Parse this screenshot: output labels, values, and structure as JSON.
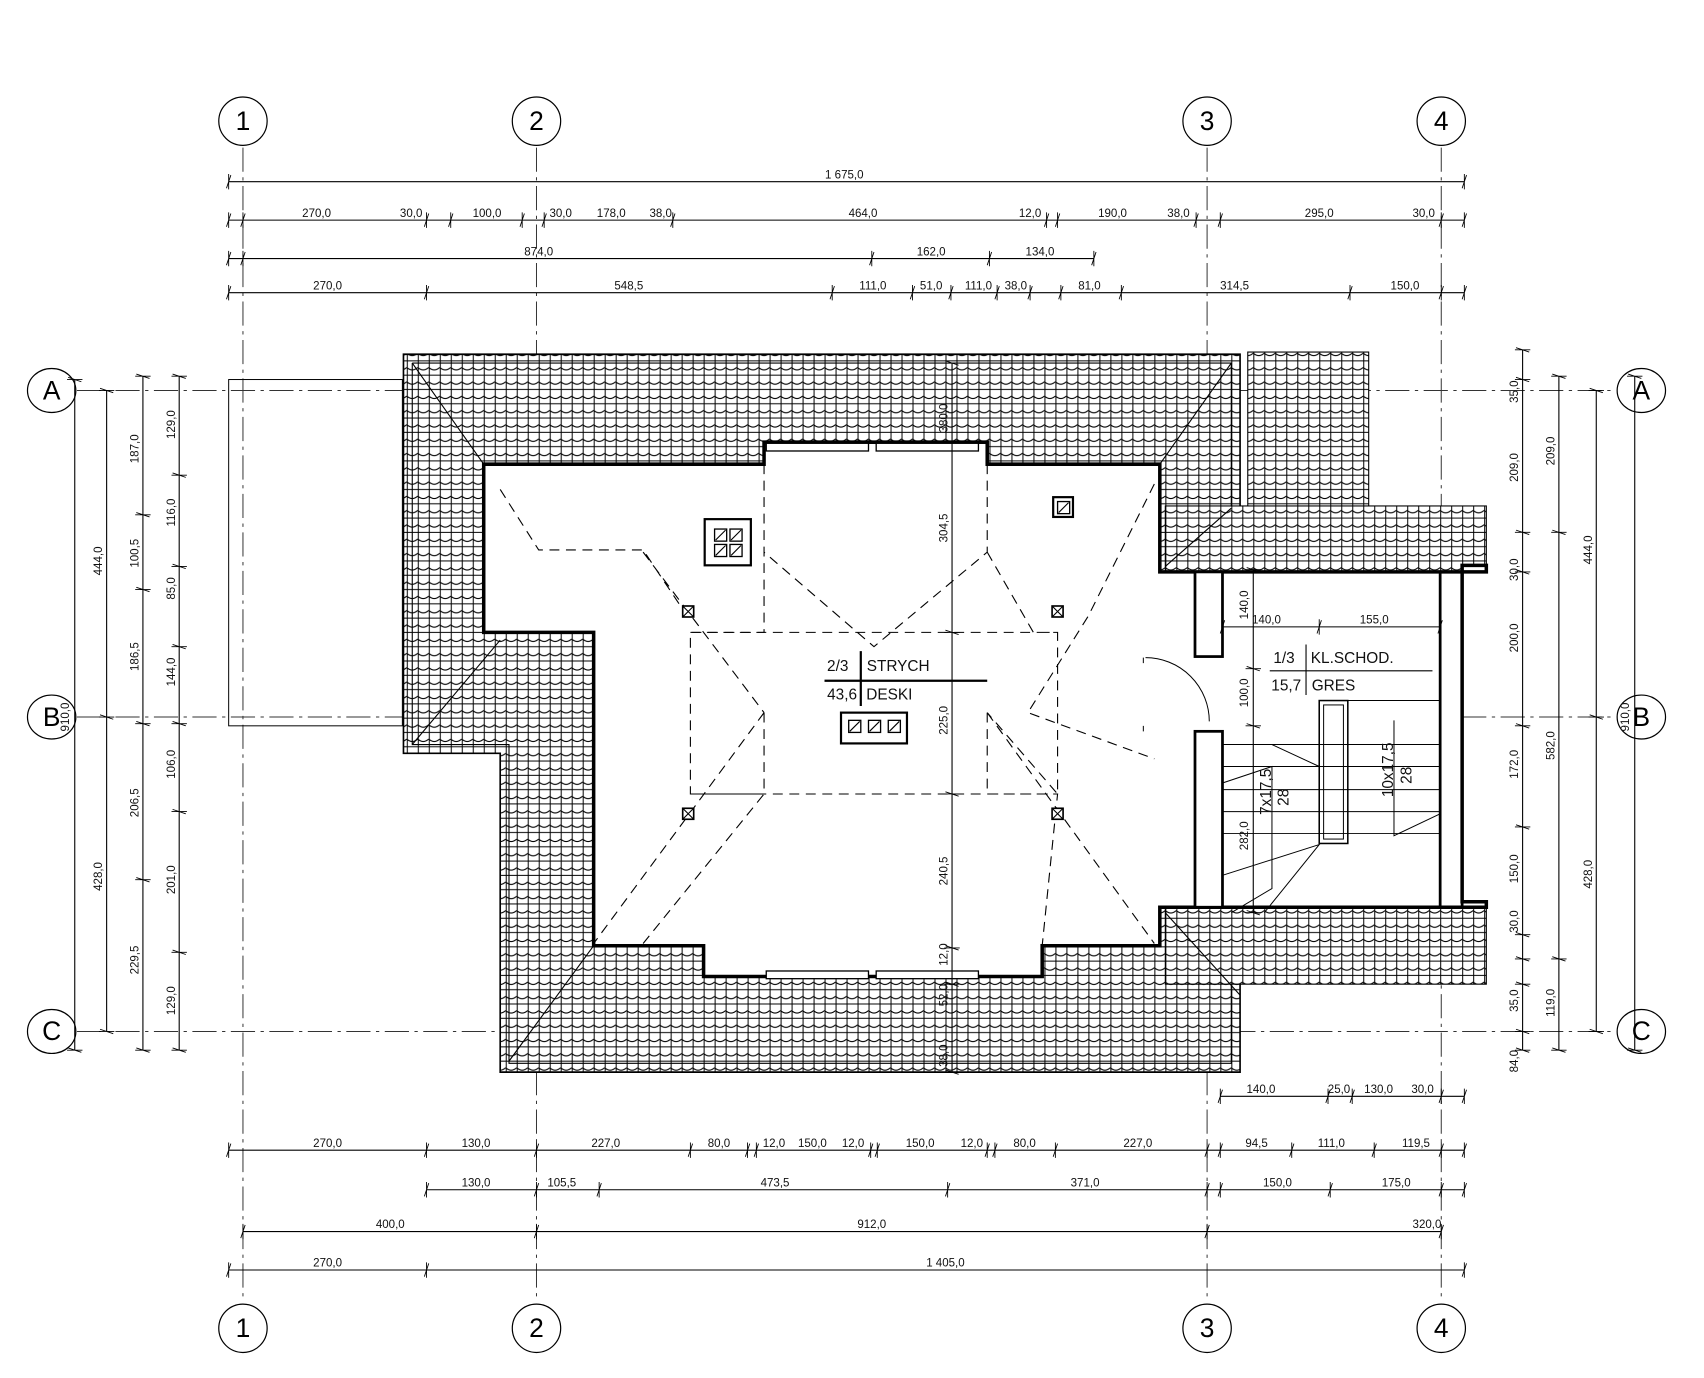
{
  "grid": {
    "columns": [
      "1",
      "2",
      "3",
      "4"
    ],
    "rows": [
      "A",
      "B",
      "C"
    ]
  },
  "dimensions": {
    "top": {
      "overall": "1 675,0",
      "row1": [
        "270,0",
        "30,0",
        "100,0",
        "30,0",
        "178,0",
        "38,0",
        "464,0",
        "12,0",
        "190,0",
        "38,0",
        "295,0",
        "30,0"
      ],
      "row2": [
        "874,0",
        "162,0",
        "134,0"
      ],
      "row3": [
        "270,0",
        "548,5",
        "111,0",
        "51,0",
        "111,0",
        "38,0",
        "81,0",
        "314,5",
        "150,0"
      ]
    },
    "bottom": {
      "row0": [
        "140,0",
        "25,0",
        "130,0",
        "30,0"
      ],
      "row1": [
        "270,0",
        "130,0",
        "227,0",
        "80,0",
        "12,0",
        "150,0",
        "12,0",
        "150,0",
        "12,0",
        "80,0",
        "227,0",
        "94,5",
        "111,0",
        "119,5"
      ],
      "row2": [
        "130,0",
        "105,5",
        "473,5",
        "371,0",
        "150,0",
        "175,0"
      ],
      "row3": [
        "400,0",
        "912,0",
        "320,0"
      ],
      "row4": [
        "270,0",
        "1 405,0"
      ]
    },
    "left": {
      "overall": "910,0",
      "axes": [
        "444,0",
        "428,0"
      ],
      "col1": [
        "187,0",
        "100,5",
        "186,5",
        "206,5",
        "229,5"
      ],
      "col2": [
        "129,0",
        "116,0",
        "85,0",
        "144,0",
        "106,0",
        "201,0",
        "129,0"
      ]
    },
    "right": {
      "col1": [
        "35,0",
        "209,0",
        "30,0",
        "200,0",
        "172,0",
        "150,0",
        "30,0",
        "35,0",
        "84,0"
      ],
      "col2": [
        "209,0",
        "582,0",
        "119,0"
      ],
      "axes": [
        "444,0",
        "428,0"
      ],
      "overall": "910,0"
    },
    "interior": [
      "380,0",
      "304,5",
      "225,0",
      "240,5",
      "12,0",
      "52,0",
      "38,0",
      "140,0",
      "140,0",
      "155,0",
      "100,0",
      "282,0"
    ]
  },
  "rooms": [
    {
      "number": "2/3",
      "name": "STRYCH",
      "area": "43,6",
      "floor": "DESKI"
    },
    {
      "number": "1/3",
      "name": "KL.SCHOD.",
      "area": "15,7",
      "floor": "GRES"
    }
  ],
  "stairs": [
    {
      "steps": "7x17,5",
      "tread": "28"
    },
    {
      "steps": "10x17,5",
      "tread": "28"
    }
  ]
}
